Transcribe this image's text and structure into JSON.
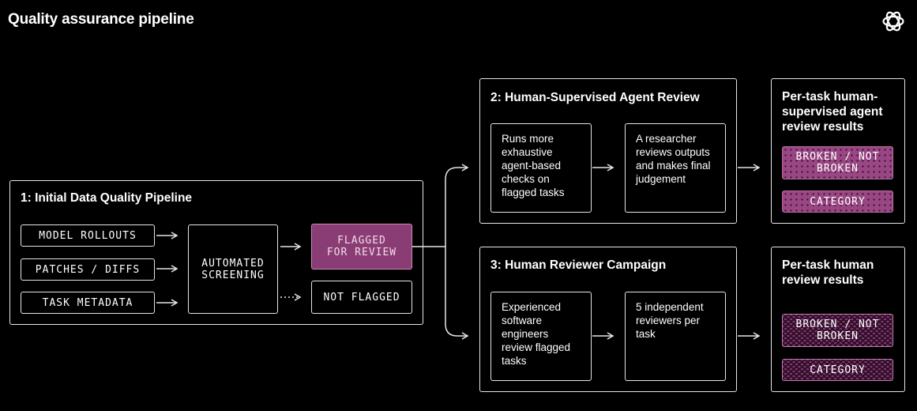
{
  "title": "Quality assurance pipeline",
  "logo_icon": "openai-logo-icon",
  "stage1": {
    "header": "1: Initial Data Quality Pipeline",
    "inputs": [
      "MODEL ROLLOUTS",
      "PATCHES / DIFFS",
      "TASK METADATA"
    ],
    "screening": "AUTOMATED SCREENING",
    "flagged": "FLAGGED FOR REVIEW",
    "not_flagged": "NOT FLAGGED"
  },
  "stage2": {
    "header": "2: Human-Supervised Agent Review",
    "step1": "Runs more exhaustive agent-based checks on flagged tasks",
    "step2": "A researcher reviews outputs and makes final judgement"
  },
  "stage3": {
    "header": "3: Human Reviewer Campaign",
    "step1": "Experienced software engineers review flagged tasks",
    "step2": "5 independent reviewers per task"
  },
  "results_agent": {
    "header": "Per-task human-supervised agent review results",
    "tag1": "BROKEN / NOT BROKEN",
    "tag2": "CATEGORY"
  },
  "results_human": {
    "header": "Per-task human review results",
    "tag1": "BROKEN / NOT BROKEN",
    "tag2": "CATEGORY"
  },
  "colors": {
    "accent": "#8a3c74",
    "background": "#000000",
    "line": "#e6e6e6"
  }
}
